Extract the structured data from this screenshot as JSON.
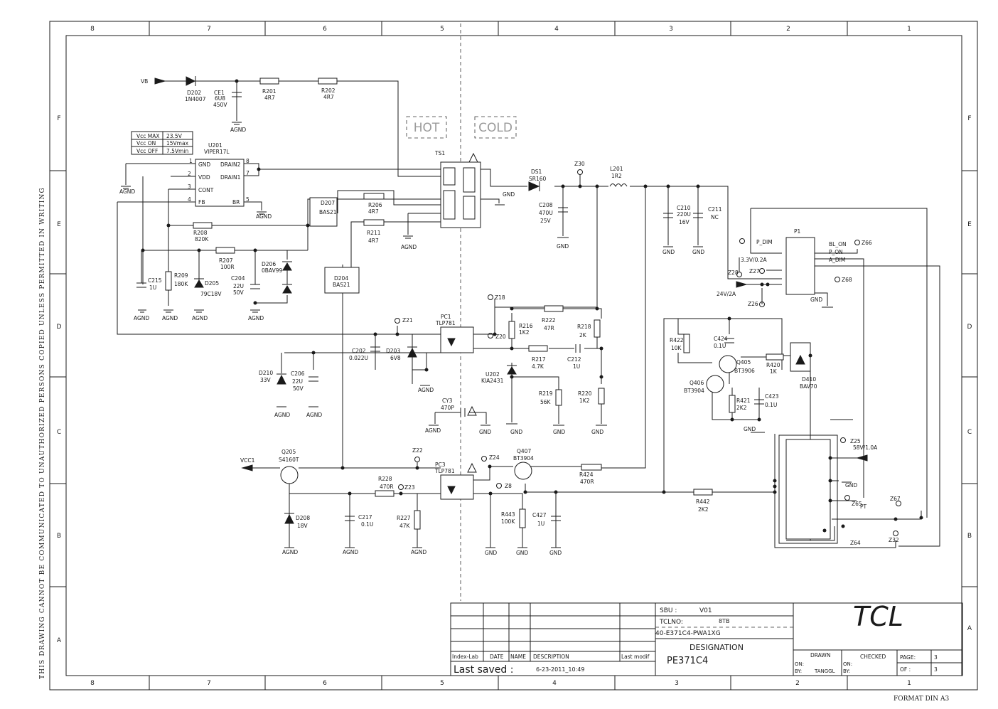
{
  "sheet": {
    "copyright_notice": "THIS DRAWING CANNOT BE COMMUNICATED TO UNAUTHORIZED PERSONS COPIED UNLESS PERMITTED IN WRITING",
    "format": "FORMAT DIN A3",
    "zones_columns": [
      "8",
      "7",
      "6",
      "5",
      "4",
      "3",
      "2",
      "1"
    ],
    "zones_rows": [
      "F",
      "E",
      "D",
      "C",
      "B",
      "A"
    ]
  },
  "isolation": {
    "hot": "HOT",
    "cold": "COLD"
  },
  "vcc_table": [
    {
      "name": "Vcc MAX",
      "value": "23.5V"
    },
    {
      "name": "Vcc ON",
      "value": "15Vmax"
    },
    {
      "name": "Vcc OFF",
      "value": "7.5Vmin"
    }
  ],
  "components": {
    "vb": "VB",
    "d202": {
      "ref": "D202",
      "value": "1N4007"
    },
    "ce1": {
      "ref": "CE1",
      "value": "6U8",
      "rating": "450V"
    },
    "r201": {
      "ref": "R201",
      "value": "4R7"
    },
    "r202": {
      "ref": "R202",
      "value": "4R7"
    },
    "u201": {
      "ref": "U201",
      "value": "VIPER17L",
      "pins": [
        "GND",
        "VDD",
        "CONT",
        "FB",
        "DRAIN2",
        "DRAIN1",
        "BR"
      ],
      "pin_numbers": [
        "1",
        "2",
        "3",
        "4",
        "8",
        "7",
        "5"
      ]
    },
    "ts1": "TS1",
    "d207": {
      "ref": "D207",
      "value": "BAS21"
    },
    "r206": {
      "ref": "R206",
      "value": "4R7"
    },
    "r211": {
      "ref": "R211",
      "value": "4R7"
    },
    "r208": {
      "ref": "R208",
      "value": "820K"
    },
    "r207": {
      "ref": "R207",
      "value": "100R"
    },
    "d206": {
      "ref": "D206",
      "value": "0BAV99"
    },
    "c215": {
      "ref": "C215",
      "value": "1U"
    },
    "r209": {
      "ref": "R209",
      "value": "180K"
    },
    "d205": {
      "ref": "D205",
      "value": "79C18V"
    },
    "c204": {
      "ref": "C204",
      "value": "22U",
      "rating": "50V"
    },
    "d204": {
      "ref": "D204",
      "value": "BAS21"
    },
    "ds1": {
      "ref": "DS1",
      "value": "SR160"
    },
    "z30": "Z30",
    "l201": {
      "ref": "L201",
      "value": "1R2"
    },
    "c208": {
      "ref": "C208",
      "value": "470U",
      "rating": "25V"
    },
    "c210": {
      "ref": "C210",
      "value": "220U",
      "rating": "16V"
    },
    "c211": {
      "ref": "C211",
      "value": "NC"
    },
    "p1": "P1",
    "p_dim": "P_DIM",
    "bl_on": "BL_ON",
    "p_on": "P_ON",
    "a_dim": "A_DIM",
    "z66": "Z66",
    "z28": "Z28",
    "z27": "Z27",
    "z68": "Z68",
    "z26": "Z26",
    "v33": "3.3V/0.2A",
    "v24": "24V/2A",
    "z18": "Z18",
    "pc1": {
      "ref": "PC1",
      "value": "TLP781"
    },
    "z21": "Z21",
    "z20": "Z20",
    "r216": {
      "ref": "R216",
      "value": "1K2"
    },
    "r222": {
      "ref": "R222",
      "value": "47R"
    },
    "r218": {
      "ref": "R218",
      "value": "2K"
    },
    "r217": {
      "ref": "R217",
      "value": "4.7K"
    },
    "c212": {
      "ref": "C212",
      "value": "1U"
    },
    "u202": {
      "ref": "U202",
      "value": "KIA2431"
    },
    "r219": {
      "ref": "R219",
      "value": "56K"
    },
    "r220": {
      "ref": "R220",
      "value": "1K2"
    },
    "c202": {
      "ref": "C202",
      "value": "0.022U"
    },
    "d203": {
      "ref": "D203",
      "value": "6V8"
    },
    "d210": {
      "ref": "D210",
      "value": "33V"
    },
    "c206": {
      "ref": "C206",
      "value": "22U",
      "rating": "50V"
    },
    "cy3": {
      "ref": "CY3",
      "value": "470P"
    },
    "r422": {
      "ref": "R422",
      "value": "10K"
    },
    "c424": {
      "ref": "C424",
      "value": "0.1U"
    },
    "q405": {
      "ref": "Q405",
      "value": "BT3906"
    },
    "r420": {
      "ref": "R420",
      "value": "1K"
    },
    "d410": {
      "ref": "D410",
      "value": "BAV70"
    },
    "q406": {
      "ref": "Q406",
      "value": "BT3904"
    },
    "r421": {
      "ref": "R421",
      "value": "2K2"
    },
    "c423": {
      "ref": "C423",
      "value": "0.1U"
    },
    "vcc1": "VCC1",
    "q205": {
      "ref": "Q205",
      "value": "S4160T"
    },
    "z22": "Z22",
    "pc3": {
      "ref": "PC3",
      "value": "TLP781"
    },
    "z24": "Z24",
    "q407": {
      "ref": "Q407",
      "value": "BT3904"
    },
    "r424": {
      "ref": "R424",
      "value": "470R"
    },
    "r228": {
      "ref": "R228",
      "value": "470R"
    },
    "z23": "Z23",
    "z8": "Z8",
    "d208": {
      "ref": "D208",
      "value": "18V"
    },
    "c217": {
      "ref": "C217",
      "value": "0.1U"
    },
    "r227": {
      "ref": "R227",
      "value": "47K"
    },
    "r443": {
      "ref": "R443",
      "value": "100K"
    },
    "c427": {
      "ref": "C427",
      "value": "1U"
    },
    "r442": {
      "ref": "R442",
      "value": "2K2"
    },
    "z25": "Z25",
    "v58": "58V/1.0A",
    "z65": "Z65",
    "pt": "PT",
    "z67": "Z67",
    "z64": "Z64",
    "z32": "Z32",
    "agnd": "AGND",
    "gnd": "GND"
  },
  "title_block": {
    "sbu_label": "SBU :",
    "sbu_value": "V01",
    "tclno_label": "TCLNO:",
    "tclno_value": "8TB",
    "part_number": "40-E371C4-PWA1XG",
    "designation_label": "DESIGNATION",
    "designation_value": "PE371C4",
    "logo": "TCL",
    "col_index": "Index-Lab",
    "col_date": "DATE",
    "col_name": "NAME",
    "col_description": "DESCRIPTION",
    "col_last_modif": "Last modif",
    "last_saved_label": "Last saved :",
    "last_saved_value": "6-23-2011_10:49",
    "drawn": "DRAWN",
    "checked": "CHECKED",
    "on_label": "ON:",
    "by_label": "BY:",
    "drawn_by": "TANGGL",
    "page_label": "PAGE:",
    "page_value": "3",
    "of_label": "OF :",
    "of_value": "3"
  }
}
